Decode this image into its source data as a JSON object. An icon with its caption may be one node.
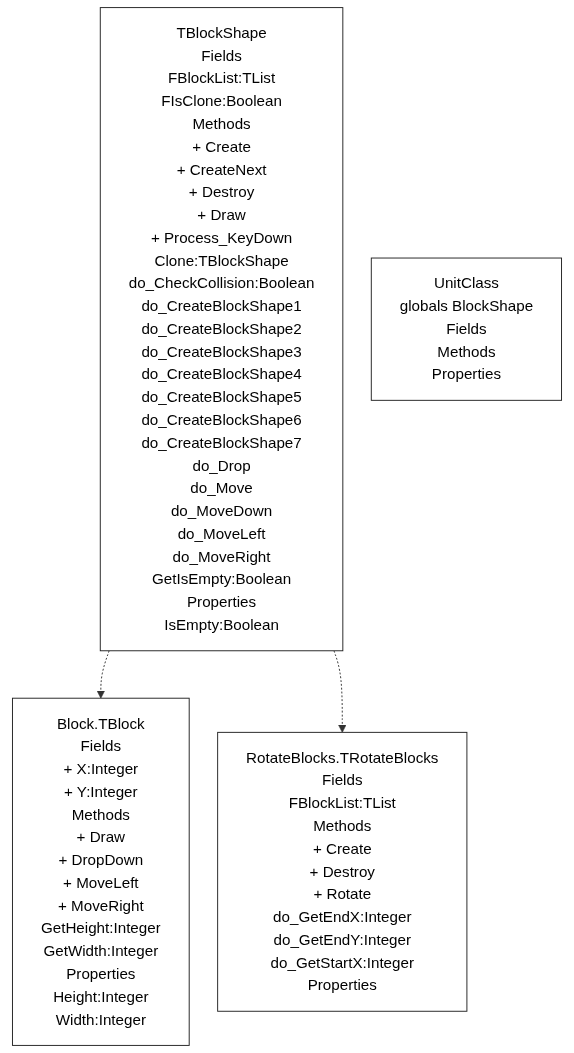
{
  "diagram": {
    "nodes": [
      {
        "text": [
          "TBlockShape",
          "Fields",
          "FBlockList:TList",
          "FIsClone:Boolean",
          "Methods",
          "+ Create",
          "+ CreateNext",
          "+ Destroy",
          "+ Draw",
          "+ Process_KeyDown",
          "Clone:TBlockShape",
          "do_CheckCollision:Boolean",
          "do_CreateBlockShape1",
          "do_CreateBlockShape2",
          "do_CreateBlockShape3",
          "do_CreateBlockShape4",
          "do_CreateBlockShape5",
          "do_CreateBlockShape6",
          "do_CreateBlockShape7",
          "do_Drop",
          "do_Move",
          "do_MoveDown",
          "do_MoveLeft",
          "do_MoveRight",
          "GetIsEmpty:Boolean",
          "Properties",
          "IsEmpty:Boolean"
        ]
      },
      {
        "text": [
          "Block.TBlock",
          "Fields",
          "+ X:Integer",
          "+ Y:Integer",
          "Methods",
          "+ Draw",
          "+ DropDown",
          "+ MoveLeft",
          "+ MoveRight",
          "GetHeight:Integer",
          "GetWidth:Integer",
          "Properties",
          "Height:Integer",
          "Width:Integer"
        ]
      },
      {
        "text": [
          "UnitClass",
          "globals BlockShape",
          "Fields",
          "Methods",
          "Properties"
        ]
      },
      {
        "text": [
          "RotateBlocks.TRotateBlocks",
          "Fields",
          "FBlockList:TList",
          "Methods",
          "+ Create",
          "+ Destroy",
          "+ Rotate",
          "do_GetEndX:Integer",
          "do_GetEndY:Integer",
          "do_GetStartX:Integer",
          "Properties"
        ]
      }
    ],
    "edges": [
      {
        "from": 0,
        "to": 1,
        "arrow": "to",
        "style": "dashed"
      },
      {
        "from": 0,
        "to": 3,
        "arrow": "to",
        "style": "dashed"
      }
    ]
  }
}
